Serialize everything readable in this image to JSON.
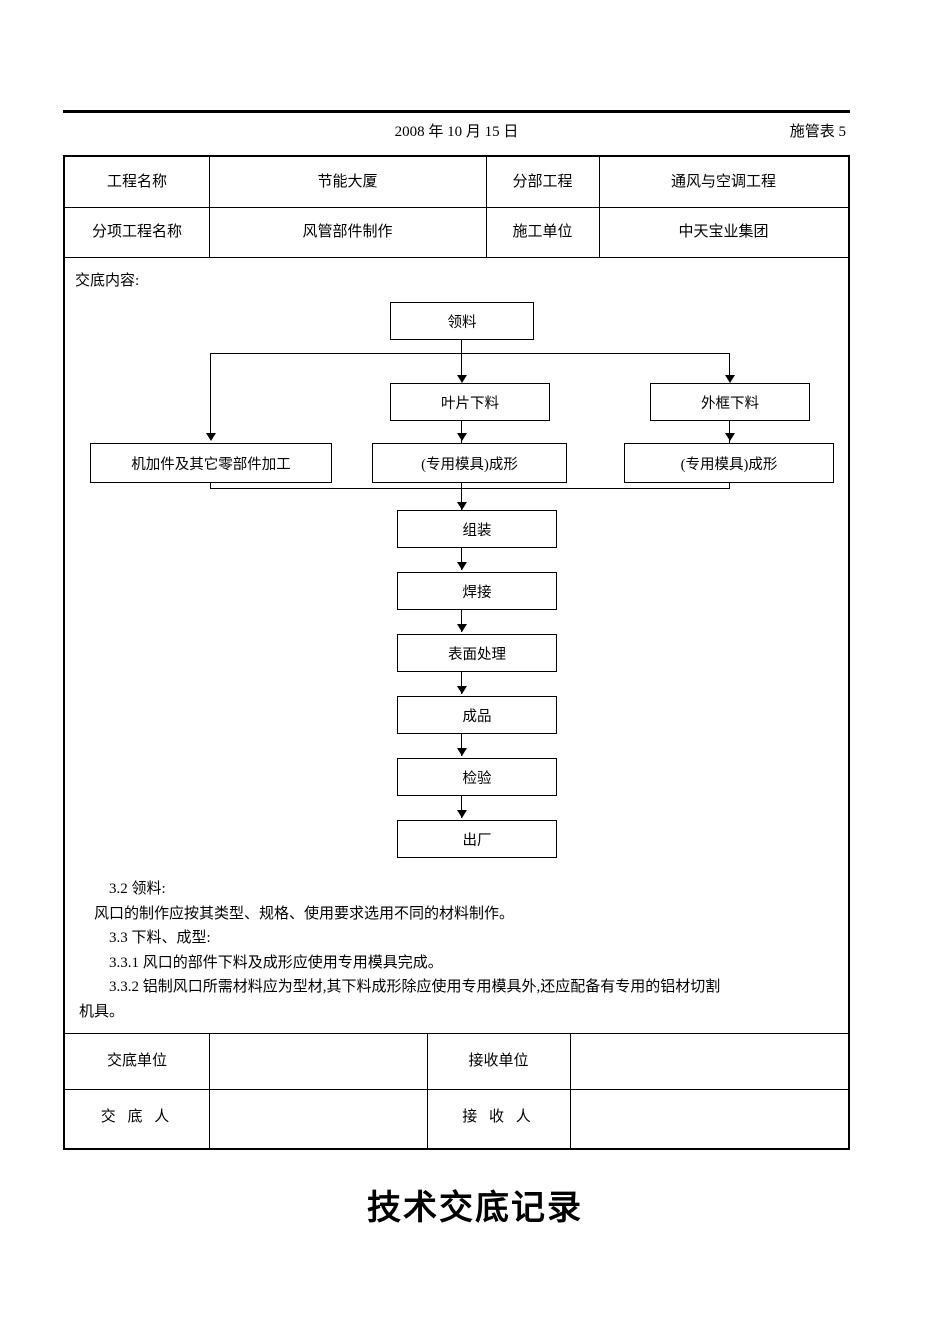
{
  "header": {
    "date": "2008 年 10 月 15 日",
    "form_code": "施管表 5"
  },
  "info_table": {
    "rows": [
      {
        "label1": "工程名称",
        "value1": "节能大厦",
        "label2": "分部工程",
        "value2": "通风与空调工程"
      },
      {
        "label1": "分项工程名称",
        "value1": "风管部件制作",
        "label2": "施工单位",
        "value2": "中天宝业集团"
      }
    ]
  },
  "content": {
    "label": "交底内容:",
    "flowchart": {
      "nodes": {
        "start": "领料",
        "branch_mid": "叶片下料",
        "branch_right": "外框下料",
        "proc_left": "机加件及其它零部件加工",
        "proc_mid": "(专用模具)成形",
        "proc_right": "(专用模具)成形",
        "step1": "组装",
        "step2": "焊接",
        "step3": "表面处理",
        "step4": "成品",
        "step5": "检验",
        "step6": "出厂"
      }
    },
    "paragraphs": [
      "3.2 领料:",
      "风口的制作应按其类型、规格、使用要求选用不同的材料制作。",
      "3.3 下料、成型:",
      "3.3.1 风口的部件下料及成形应使用专用模具完成。",
      "3.3.2 铝制风口所需材料应为型材,其下料成形除应使用专用模具外,还应配备有专用的铝材切割",
      "机具。"
    ]
  },
  "signature_table": {
    "rows": [
      {
        "label1": "交底单位",
        "value1": "",
        "label2": "接收单位",
        "value2": ""
      },
      {
        "label1": "交 底 人",
        "value1": "",
        "label2": "接 收 人",
        "value2": ""
      }
    ]
  },
  "footer": {
    "title": "技术交底记录"
  }
}
